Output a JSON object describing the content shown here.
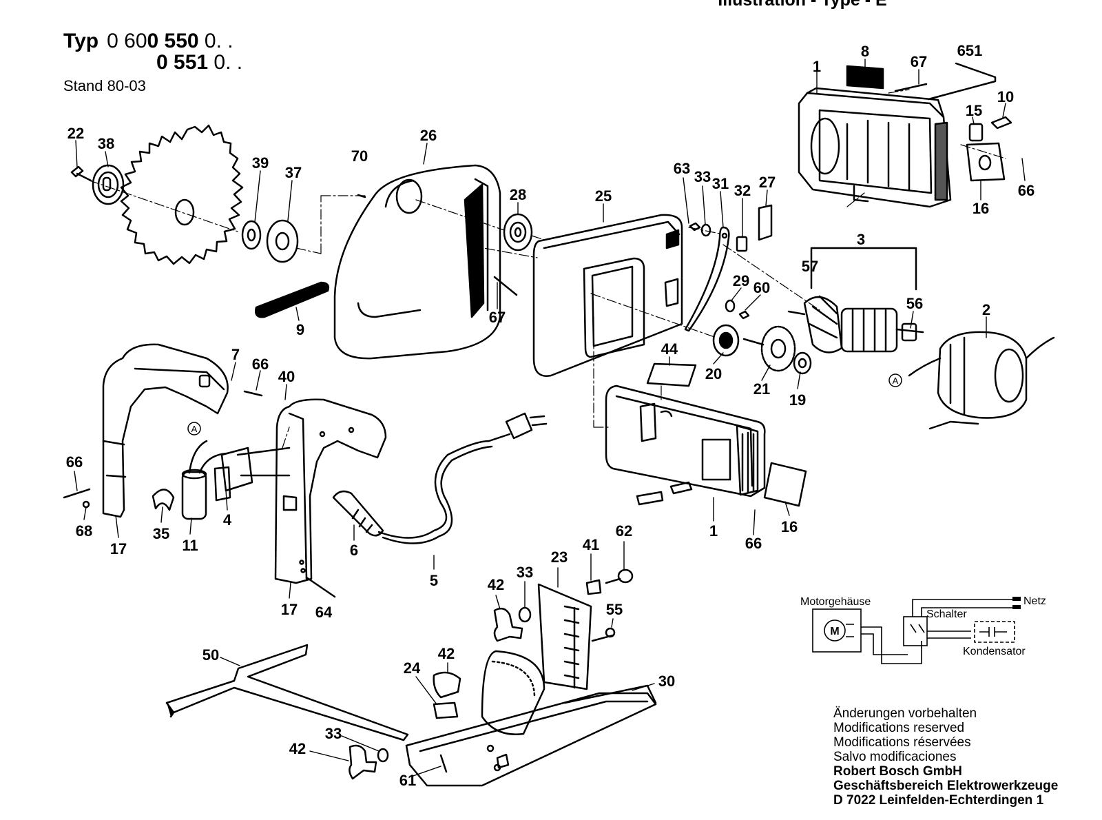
{
  "page": {
    "title": "Illustration - Type - E",
    "typ_label": "Typ",
    "type_numbers": [
      {
        "prefix": "0 60",
        "bold": "0 550",
        "suffix": " 0. ."
      },
      {
        "prefix": "",
        "bold": "0 551",
        "suffix": " 0. ."
      }
    ],
    "stand": "Stand 80-03"
  },
  "callouts": [
    {
      "id": "22",
      "text": "22"
    },
    {
      "id": "38",
      "text": "38"
    },
    {
      "id": "39",
      "text": "39"
    },
    {
      "id": "37",
      "text": "37"
    },
    {
      "id": "70",
      "text": "70"
    },
    {
      "id": "26",
      "text": "26"
    },
    {
      "id": "28",
      "text": "28"
    },
    {
      "id": "25",
      "text": "25"
    },
    {
      "id": "9",
      "text": "9"
    },
    {
      "id": "67a",
      "text": "67"
    },
    {
      "id": "63",
      "text": "63"
    },
    {
      "id": "33a",
      "text": "33"
    },
    {
      "id": "31",
      "text": "31"
    },
    {
      "id": "32",
      "text": "32"
    },
    {
      "id": "27",
      "text": "27"
    },
    {
      "id": "29",
      "text": "29"
    },
    {
      "id": "60",
      "text": "60"
    },
    {
      "id": "1a",
      "text": "1"
    },
    {
      "id": "8",
      "text": "8"
    },
    {
      "id": "67b",
      "text": "67"
    },
    {
      "id": "651",
      "text": "651"
    },
    {
      "id": "10",
      "text": "10"
    },
    {
      "id": "15",
      "text": "15"
    },
    {
      "id": "66a",
      "text": "66"
    },
    {
      "id": "16a",
      "text": "16"
    },
    {
      "id": "3",
      "text": "3"
    },
    {
      "id": "57",
      "text": "57"
    },
    {
      "id": "56",
      "text": "56"
    },
    {
      "id": "2",
      "text": "2"
    },
    {
      "id": "44",
      "text": "44"
    },
    {
      "id": "20",
      "text": "20"
    },
    {
      "id": "21",
      "text": "21"
    },
    {
      "id": "19",
      "text": "19"
    },
    {
      "id": "7",
      "text": "7"
    },
    {
      "id": "66b",
      "text": "66"
    },
    {
      "id": "40",
      "text": "40"
    },
    {
      "id": "66c",
      "text": "66"
    },
    {
      "id": "68",
      "text": "68"
    },
    {
      "id": "17a",
      "text": "17"
    },
    {
      "id": "35",
      "text": "35"
    },
    {
      "id": "11",
      "text": "11"
    },
    {
      "id": "4",
      "text": "4"
    },
    {
      "id": "6",
      "text": "6"
    },
    {
      "id": "5",
      "text": "5"
    },
    {
      "id": "17b",
      "text": "17"
    },
    {
      "id": "64",
      "text": "64"
    },
    {
      "id": "1b",
      "text": "1"
    },
    {
      "id": "66d",
      "text": "66"
    },
    {
      "id": "16b",
      "text": "16"
    },
    {
      "id": "62",
      "text": "62"
    },
    {
      "id": "41",
      "text": "41"
    },
    {
      "id": "23",
      "text": "23"
    },
    {
      "id": "33b",
      "text": "33"
    },
    {
      "id": "42a",
      "text": "42"
    },
    {
      "id": "55",
      "text": "55"
    },
    {
      "id": "50",
      "text": "50"
    },
    {
      "id": "24",
      "text": "24"
    },
    {
      "id": "42b",
      "text": "42"
    },
    {
      "id": "30",
      "text": "30"
    },
    {
      "id": "33c",
      "text": "33"
    },
    {
      "id": "42c",
      "text": "42"
    },
    {
      "id": "61",
      "text": "61"
    }
  ],
  "markers": {
    "a1": "A",
    "a2": "A"
  },
  "wiring": {
    "motor_housing": "Motorgehäuse",
    "motor": "M",
    "switch": "Schalter",
    "capacitor": "Kondensator",
    "mains": "Netz"
  },
  "footer": {
    "notes": [
      "Änderungen vorbehalten",
      "Modifications reserved",
      "Modifications réservées",
      "Salvo modificaciones"
    ],
    "company": [
      "Robert Bosch GmbH",
      "Geschäftsbereich Elektrowerkzeuge",
      "D 7022 Leinfelden-Echterdingen 1"
    ]
  }
}
